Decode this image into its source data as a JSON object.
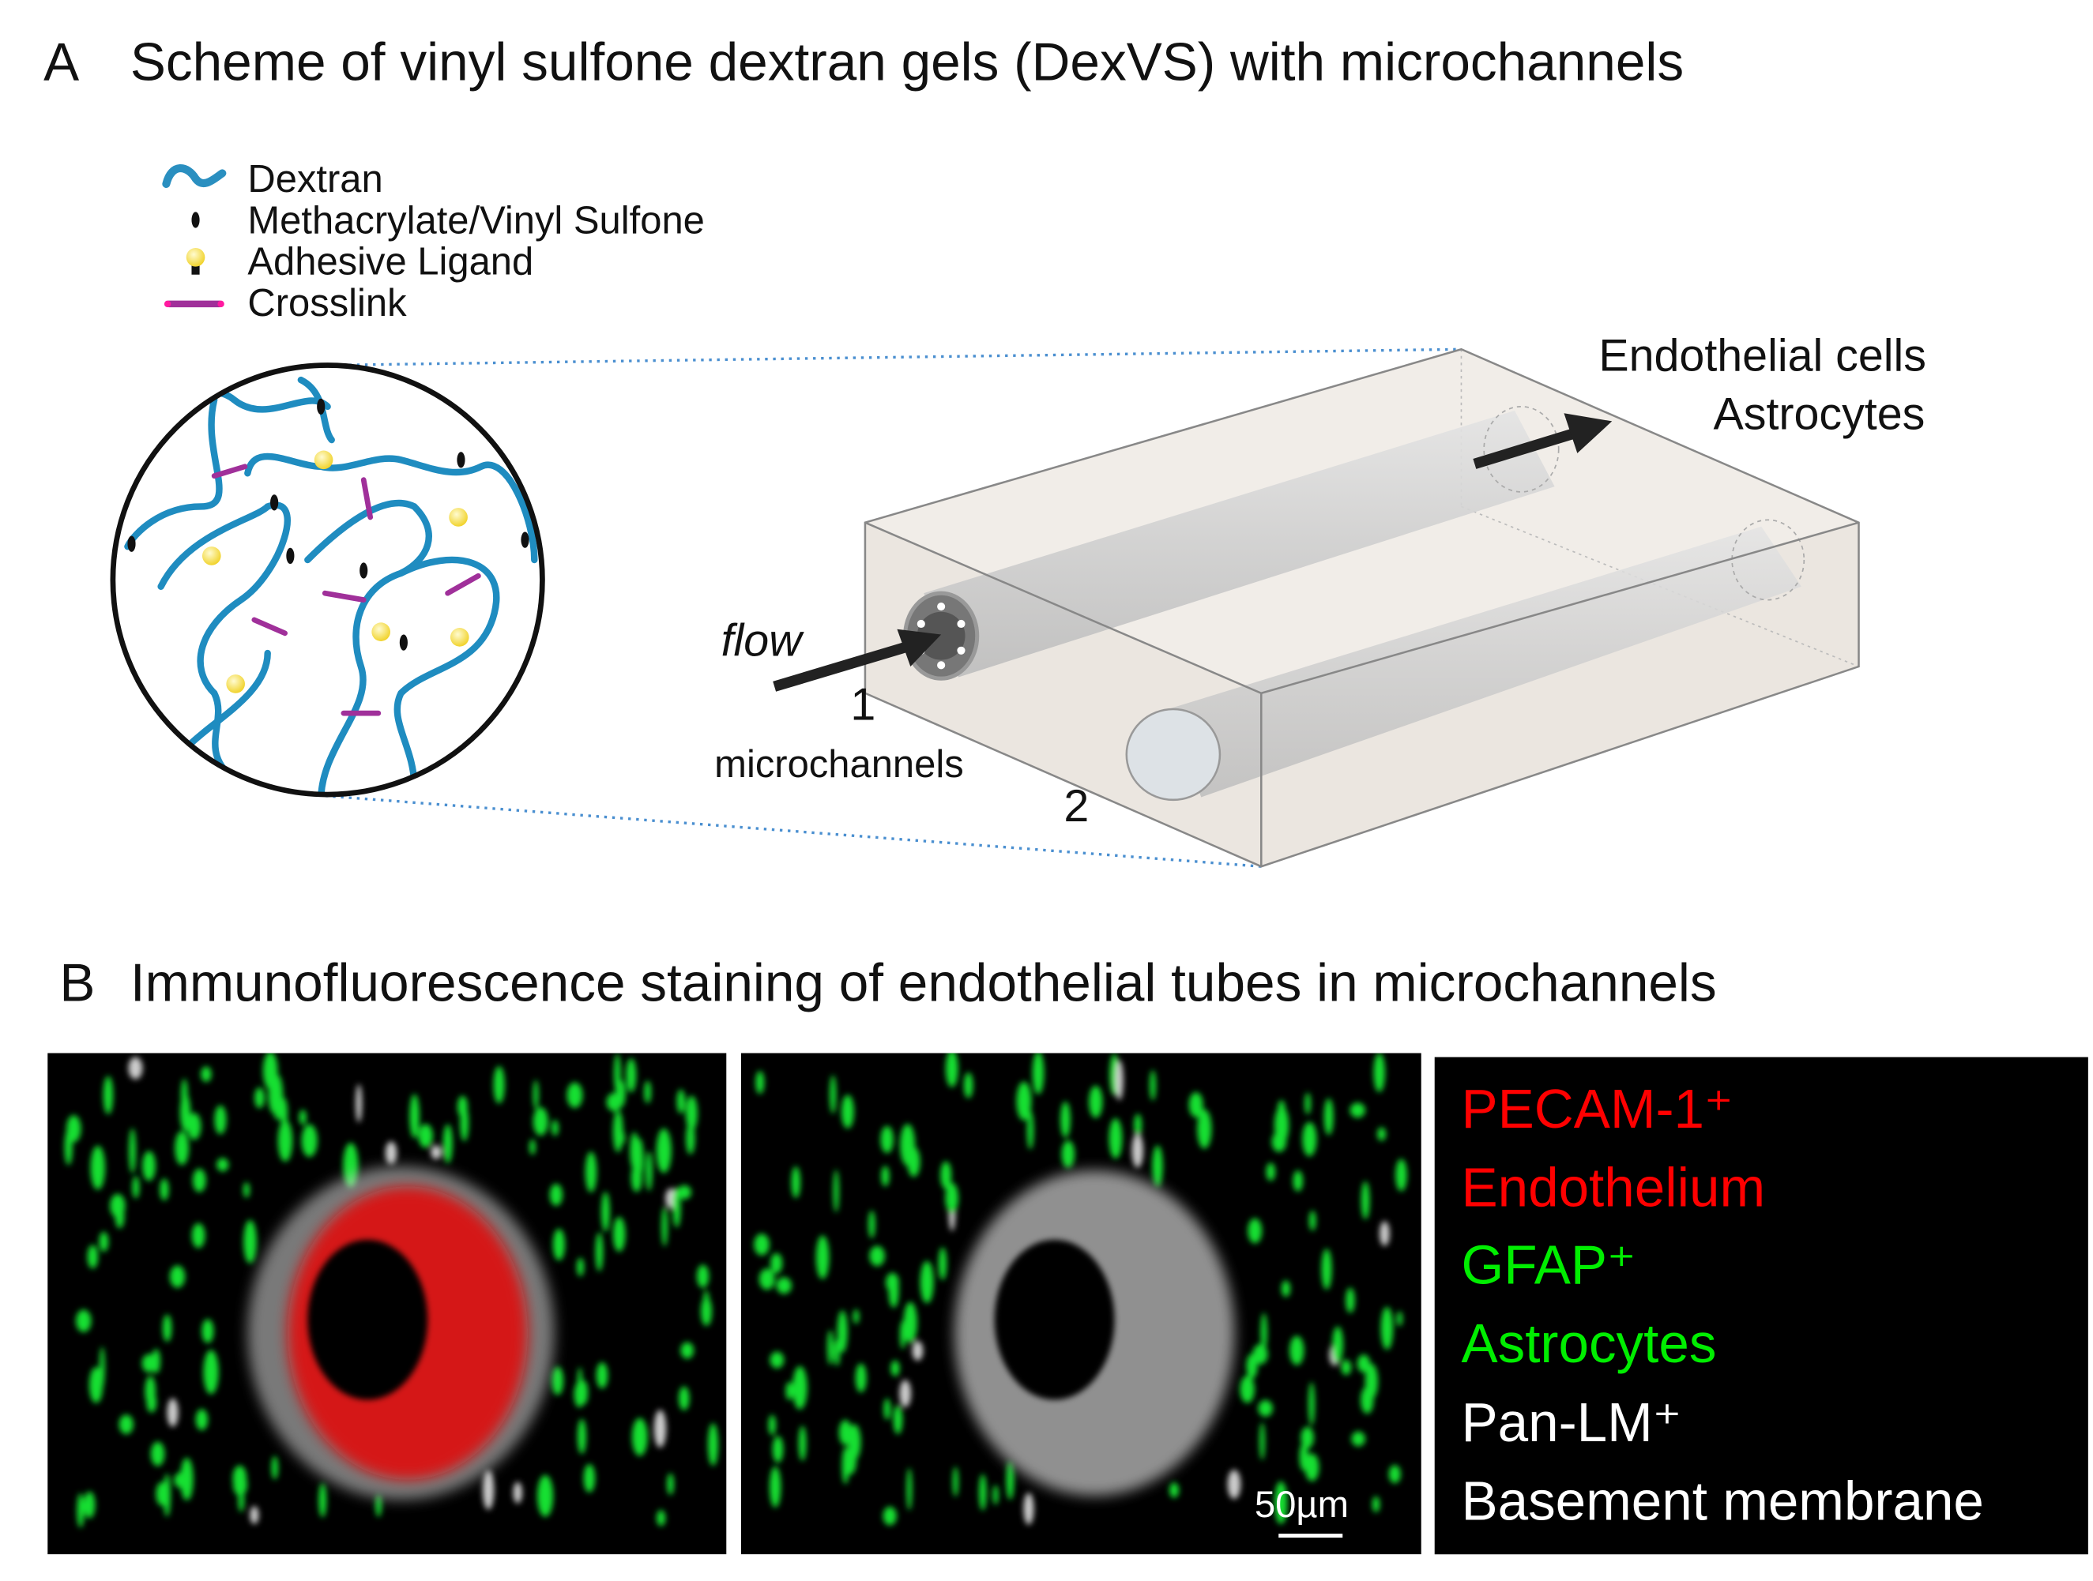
{
  "panel_a": {
    "letter": "A",
    "title": "Scheme of vinyl sulfone dextran gels (DexVS) with microchannels",
    "legend": [
      {
        "icon": "dextran-strand-icon",
        "label": "Dextran",
        "color": "#2a8fc0"
      },
      {
        "icon": "methacrylate-icon",
        "label": "Methacrylate/Vinyl Sulfone",
        "color": "#111111"
      },
      {
        "icon": "adhesive-ligand-icon",
        "label": "Adhesive Ligand",
        "color": "#f5e03a"
      },
      {
        "icon": "crosslink-icon",
        "label": "Crosslink",
        "color": "#a0309a"
      }
    ],
    "flow_label": "flow",
    "channel_1": "1",
    "channel_2": "2",
    "microchannels_label": "microchannels",
    "cells_line1": "Endothelial cells",
    "cells_line2": "Astrocytes"
  },
  "panel_b": {
    "letter": "B",
    "title": "Immunofluorescence staining of endothelial tubes in microchannels",
    "scale_bar": "50µm",
    "legend": [
      {
        "label": "PECAM-1⁺",
        "color": "#ff0000"
      },
      {
        "label": "Endothelium",
        "color": "#ff0000"
      },
      {
        "label": "GFAP⁺",
        "color": "#00ee00"
      },
      {
        "label": "Astrocytes",
        "color": "#00ee00"
      },
      {
        "label": "Pan-LM⁺",
        "color": "#ffffff"
      },
      {
        "label": "Basement membrane",
        "color": "#ffffff"
      }
    ]
  }
}
